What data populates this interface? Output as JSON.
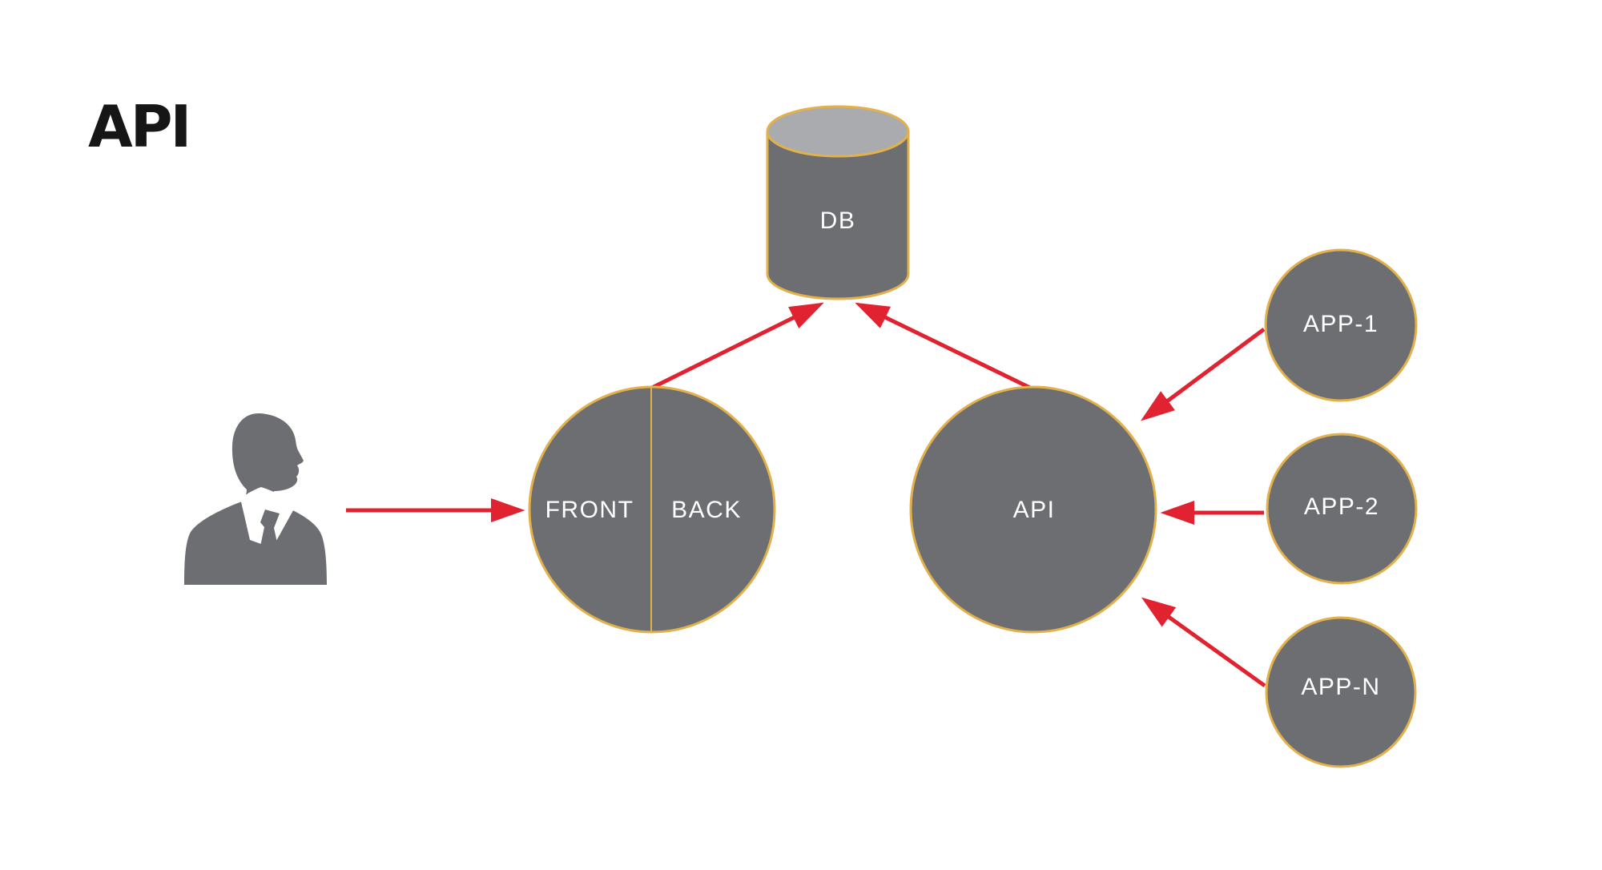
{
  "title": "API",
  "colors": {
    "background": "#ffffff",
    "node_fill": "#6d6e71",
    "node_stroke": "#e2b14b",
    "cylinder_top": "#a9abae",
    "arrow": "#e02231",
    "title_text": "#161616",
    "label_text": "#ffffff"
  },
  "diagram": {
    "nodes": {
      "user": {
        "icon": "user-silhouette-icon"
      },
      "front_back": {
        "front_label": "FRONT",
        "back_label": "BACK"
      },
      "db": {
        "label": "DB",
        "icon": "database-cylinder-icon"
      },
      "api": {
        "label": "API"
      },
      "app1": {
        "label": "APP-1"
      },
      "app2": {
        "label": "APP-2"
      },
      "appn": {
        "label": "APP-N"
      }
    },
    "edges": [
      {
        "from": "user",
        "to": "front_back"
      },
      {
        "from": "front_back",
        "to": "db"
      },
      {
        "from": "api",
        "to": "db"
      },
      {
        "from": "app1",
        "to": "api"
      },
      {
        "from": "app2",
        "to": "api"
      },
      {
        "from": "appn",
        "to": "api"
      }
    ]
  }
}
